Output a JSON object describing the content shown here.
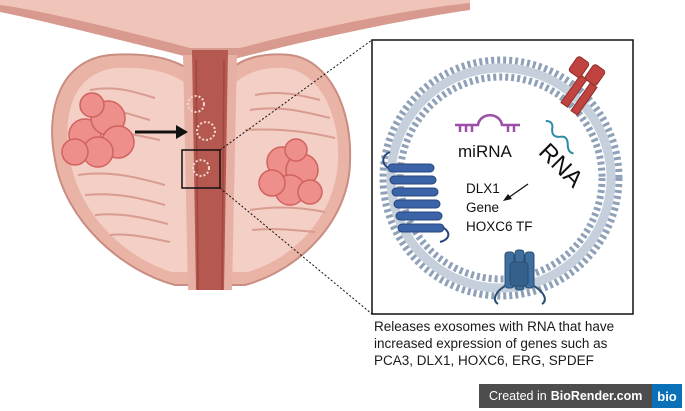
{
  "labels": {
    "mirna": "miRNA",
    "rna": "RNA",
    "dlx1": "DLX1",
    "gene": "Gene",
    "hoxc6": "HOXC6 TF"
  },
  "caption": {
    "line1": "Releases exosomes with RNA that have",
    "line2": "increased expression of genes such as",
    "line3": "PCA3, DLX1, HOXC6, ERG, SPDEF"
  },
  "badge": {
    "prefix": "Created in",
    "brand": "BioRender.com",
    "logo": "bio"
  },
  "colors": {
    "tissue_outer": "#e9b8ac",
    "tissue_inner": "#f0c9be",
    "urethra": "#b5584f",
    "membrane": "#8fa1b8",
    "mirna": "#9b4fa6",
    "receptor_blue": "#3b63a8",
    "receptor_red": "#c0433f"
  }
}
